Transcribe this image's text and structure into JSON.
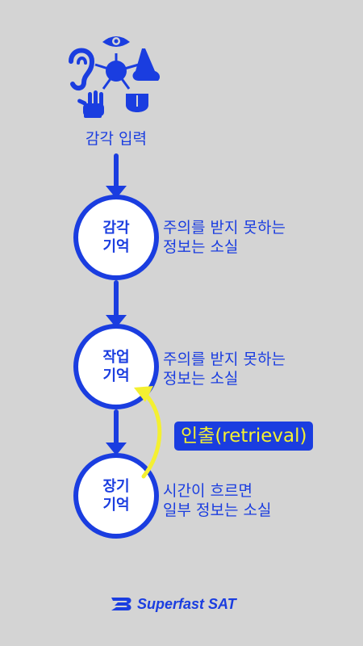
{
  "senses": {
    "icons": [
      "eye-icon",
      "ear-icon",
      "nose-icon",
      "hand-icon",
      "mouth-icon"
    ],
    "label": "감각 입력"
  },
  "nodes": [
    {
      "line1": "감각",
      "line2": "기억",
      "note1": "주의를 받지 못하는",
      "note2": "정보는 소실"
    },
    {
      "line1": "작업",
      "line2": "기억",
      "note1": "주의를 받지 못하는",
      "note2": "정보는 소실"
    },
    {
      "line1": "장기",
      "line2": "기억",
      "note1": "시간이 흐르면",
      "note2": "일부 정보는 소실"
    }
  ],
  "retrieval_label": "인출(retrieval)",
  "brand": "Superfast SAT",
  "colors": {
    "primary": "#1a3de0",
    "highlight": "#f4f031",
    "background": "#d4d4d4"
  }
}
